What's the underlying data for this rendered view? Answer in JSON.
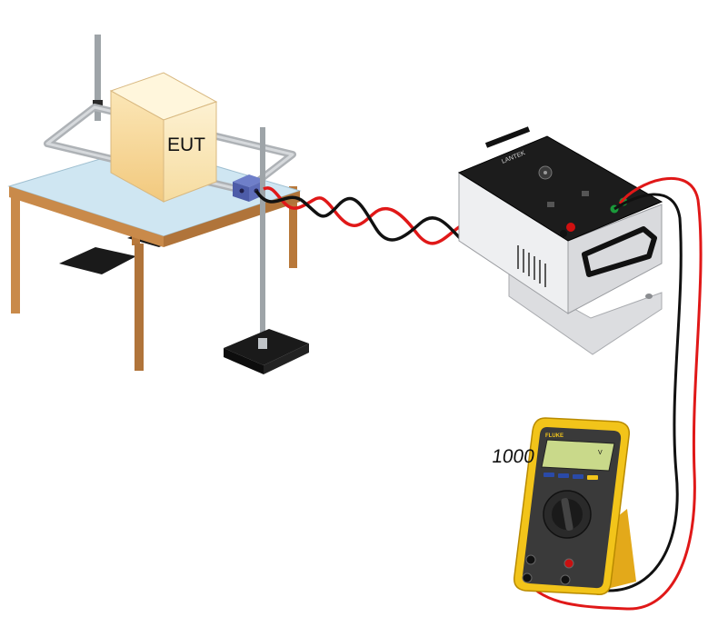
{
  "eut_label": "EUT",
  "generator": {
    "brand_text": "LANTEK",
    "model_text": "",
    "colors": {
      "body": "#e4e4e6",
      "panel": "#1c1c1c",
      "red_terminal": "#d01010",
      "green_terminal": "#1a9a3a"
    }
  },
  "multimeter": {
    "brand_text": "FLUKE",
    "display_value": "1000",
    "display_unit": "V",
    "colors": {
      "holster": "#f2c41a",
      "face": "#3a3a3a",
      "lcd": "#c9d98a"
    }
  },
  "wires": {
    "red": "#e01818",
    "black": "#111111"
  },
  "table": {
    "top": "#cfe6f2",
    "legs": "#c98a4a"
  }
}
